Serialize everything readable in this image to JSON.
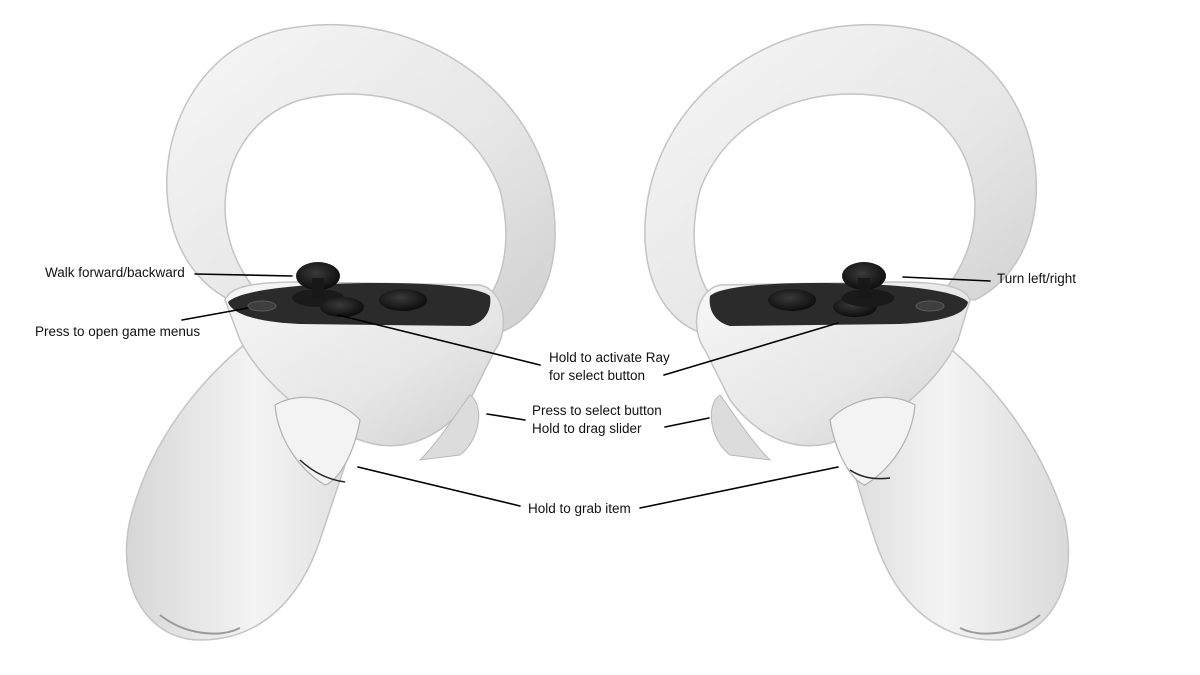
{
  "colors": {
    "shell": "#ececec",
    "shell_shadow": "#c9c9c9",
    "face_plate": "#2a2a2a",
    "buttons": "#141414",
    "leader_line": "#000000",
    "text": "#111111"
  },
  "labels": {
    "walk": "Walk forward/backward",
    "menus": "Press to open game menus",
    "ray_line1": "Hold to activate Ray",
    "ray_line2": "for select button",
    "select_line1": "Press to select button",
    "select_line2": "Hold to drag slider",
    "grab": "Hold to grab item",
    "turn": "Turn left/right"
  }
}
